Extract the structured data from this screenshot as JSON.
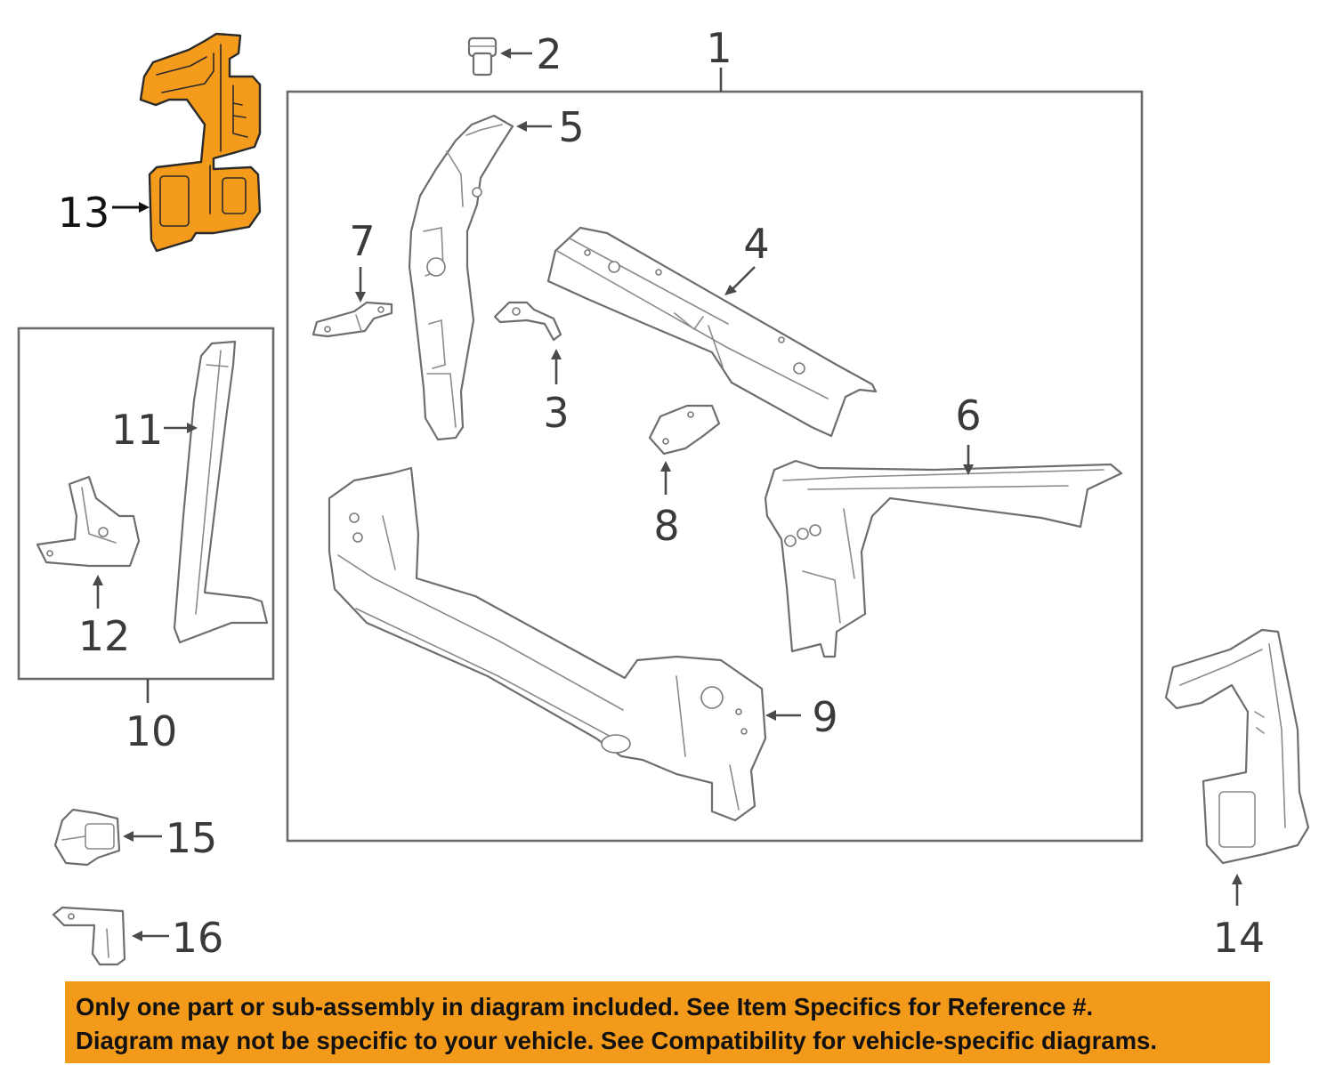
{
  "callouts": {
    "c1": "1",
    "c2": "2",
    "c3": "3",
    "c4": "4",
    "c5": "5",
    "c6": "6",
    "c7": "7",
    "c8": "8",
    "c9": "9",
    "c10": "10",
    "c11": "11",
    "c12": "12",
    "c13": "13",
    "c14": "14",
    "c15": "15",
    "c16": "16"
  },
  "highlight": {
    "part": "13",
    "color": "#f49b1c"
  },
  "banner": {
    "line1": "Only one part or sub-assembly in diagram included. See Item Specifics for Reference #.",
    "line2": "Diagram may not be specific to your vehicle. See Compatibility for vehicle-specific diagrams.",
    "background": "#f39a1b"
  }
}
